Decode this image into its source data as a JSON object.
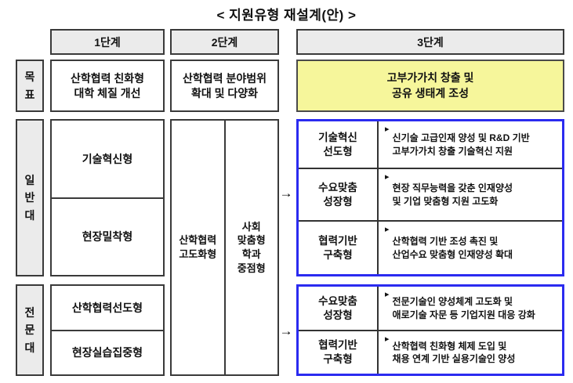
{
  "title": "< 지원유형 재설계(안) >",
  "columns": {
    "col1": "1단계",
    "col2": "2단계",
    "col3": "3단계"
  },
  "rows": {
    "goal": {
      "label": "목표",
      "step1": "산학협력 친화형\n대학 체질 개선",
      "step2": "산학협력 분야범위\n확대 및 다양화",
      "step3": "고부가가치 창출 및\n공유 생태계 조성"
    },
    "general": {
      "label": "일반대",
      "step1_items": [
        "기술혁신형",
        "현장밀착형"
      ],
      "step3_items": [
        {
          "type": "기술혁신\n선도형",
          "desc": "신기술 고급인재 양성 및 R&D 기반\n고부가가치 창출 기술혁신 지원"
        },
        {
          "type": "수요맞춤\n성장형",
          "desc": "현장 직무능력을 갖춘 인재양성\n및 기업 맞춤형 지원 고도화"
        },
        {
          "type": "협력기반\n구축형",
          "desc": "산학협력 기반 조성 촉진 및\n산업수요 맞춤형 인재양성 확대"
        }
      ]
    },
    "vocational": {
      "label": "전문대",
      "step1_items": [
        "산학협력선도형",
        "현장실습집중형"
      ],
      "step3_items": [
        {
          "type": "수요맞춤\n성장형",
          "desc": "전문기술인 양성체계 고도화 및\n애로기술 자문 등 기업지원 대응 강화"
        },
        {
          "type": "협력기반\n구축형",
          "desc": "산학협력 친화형 체제 도입 및\n채용 연계 기반 실용기술인 양성"
        }
      ]
    },
    "step2_shared": {
      "left": "산학협력\n고도화형",
      "right": "사회\n맞춤형\n학과\n중점형"
    }
  },
  "arrow": "→",
  "bullet": "▸",
  "colors": {
    "highlight_yellow": "#F6F69B",
    "accent_blue": "#2B2BF0",
    "header_gray": "#EBEBEB",
    "border_dark": "#3A3A3A"
  }
}
